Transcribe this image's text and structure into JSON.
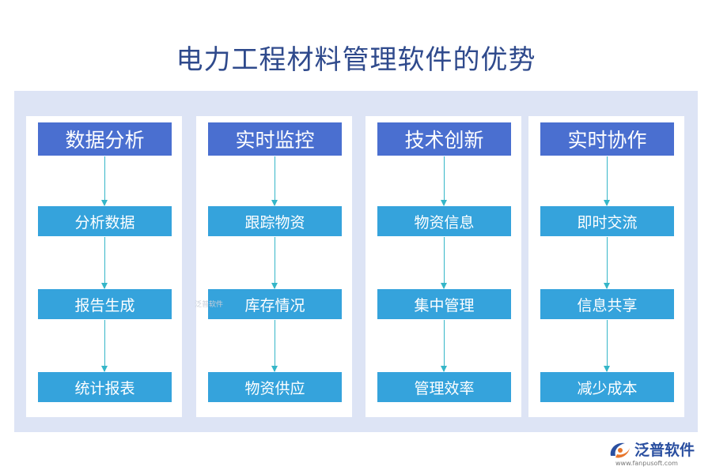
{
  "title": "电力工程材料管理软件的优势",
  "columns": [
    {
      "header": "数据分析",
      "items": [
        "分析数据",
        "报告生成",
        "统计报表"
      ]
    },
    {
      "header": "实时监控",
      "items": [
        "跟踪物资",
        "库存情况",
        "物资供应"
      ]
    },
    {
      "header": "技术创新",
      "items": [
        "物资信息",
        "集中管理",
        "管理效率"
      ]
    },
    {
      "header": "实时协作",
      "items": [
        "即时交流",
        "信息共享",
        "减少成本"
      ]
    }
  ],
  "watermark": "泛普软件",
  "logo": {
    "name": "泛普软件",
    "url": "www.fanpusoft.com"
  },
  "colors": {
    "title": "#2f4a8c",
    "header": "#4a6fd0",
    "item": "#35a3dc",
    "arrow": "#35b6c8",
    "panel": "#dde4f5"
  }
}
